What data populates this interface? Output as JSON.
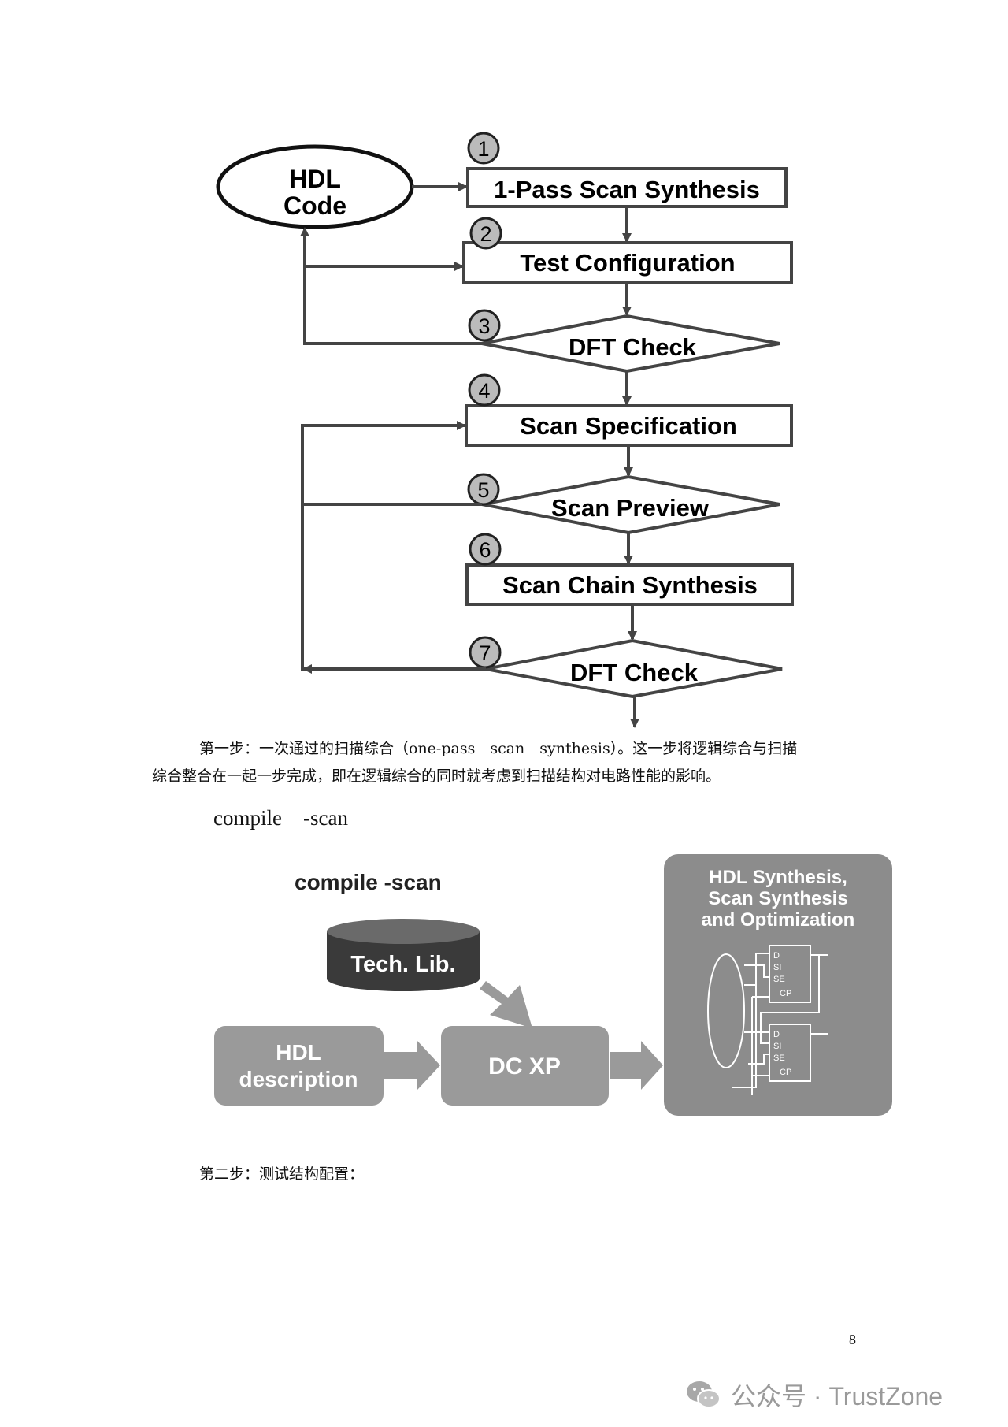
{
  "flowchart": {
    "start_label_line1": "HDL",
    "start_label_line2": "Code",
    "steps": [
      {
        "num": "1",
        "label": "1-Pass Scan Synthesis"
      },
      {
        "num": "2",
        "label": "Test Configuration"
      },
      {
        "num": "3",
        "label": "DFT Check"
      },
      {
        "num": "4",
        "label": "Scan Specification"
      },
      {
        "num": "5",
        "label": "Scan Preview"
      },
      {
        "num": "6",
        "label": "Scan Chain Synthesis"
      },
      {
        "num": "7",
        "label": "DFT Check"
      }
    ]
  },
  "text": {
    "para1_line1": "第一步：一次通过的扫描综合（one-pass　scan　synthesis）。这一步将逻辑综合与扫描",
    "para1_line2": "综合整合在一起一步完成，即在逻辑综合的同时就考虑到扫描结构对电路性能的影响。",
    "command": "compile　-scan",
    "para2": "第二步：测试结构配置：",
    "page_number": "8"
  },
  "diagram2": {
    "command": "compile -scan",
    "tech_lib": "Tech. Lib.",
    "hdl_line1": "HDL",
    "hdl_line2": "description",
    "dcxp": "DC XP",
    "result_line1": "HDL Synthesis,",
    "result_line2": "Scan Synthesis",
    "result_line3": "and Optimization",
    "ff_pins": [
      "D",
      "SI",
      "SE",
      "CP"
    ]
  },
  "watermark": {
    "text": "公众号 · TrustZone",
    "icon": "wechat-icon"
  }
}
